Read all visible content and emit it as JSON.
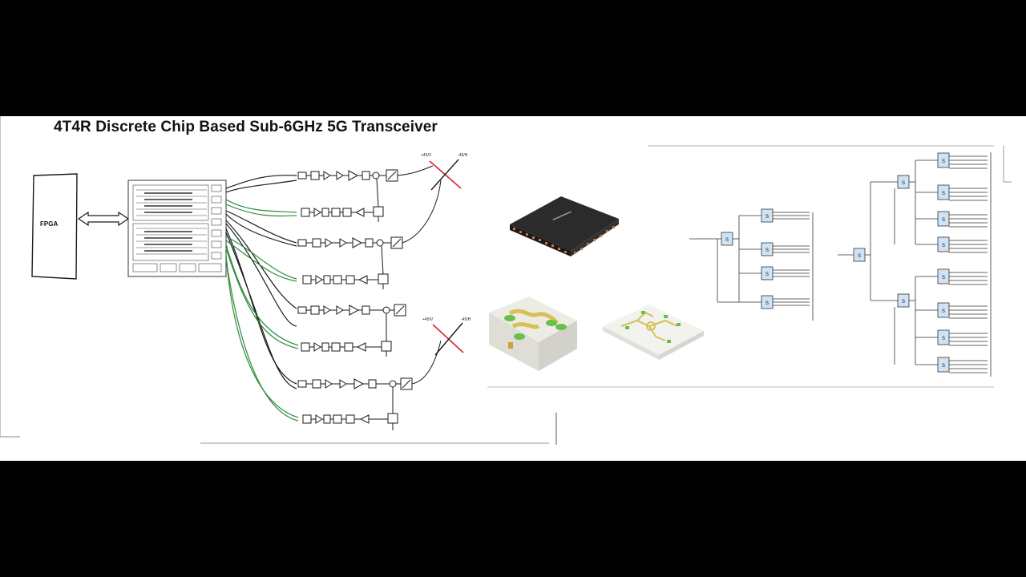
{
  "slide": {
    "title": "4T4R Discrete Chip Based Sub-6GHz 5G Transceiver"
  },
  "sketch": {
    "fpga_label": "FPGA",
    "antenna_top_left": "+45/V",
    "antenna_top_right": "-45/H",
    "antenna_bottom_left": "+45/V",
    "antenna_bottom_right": "-45/H"
  },
  "components": {
    "qfn_chip": "chip-package",
    "hybrid_coupler": "hybrid-coupler",
    "power_divider": "power-divider"
  },
  "splitter_trees": {
    "block_symbol": "S"
  },
  "colors": {
    "sketch_line": "#1a1a1a",
    "green_path": "#2e8b3a",
    "antenna_red": "#d42a2a",
    "splitter_blue": "#cfe3f5",
    "chip_body": "#2b2b2b",
    "pad_green": "#6abf4b",
    "trace_gold": "#d8c056"
  }
}
